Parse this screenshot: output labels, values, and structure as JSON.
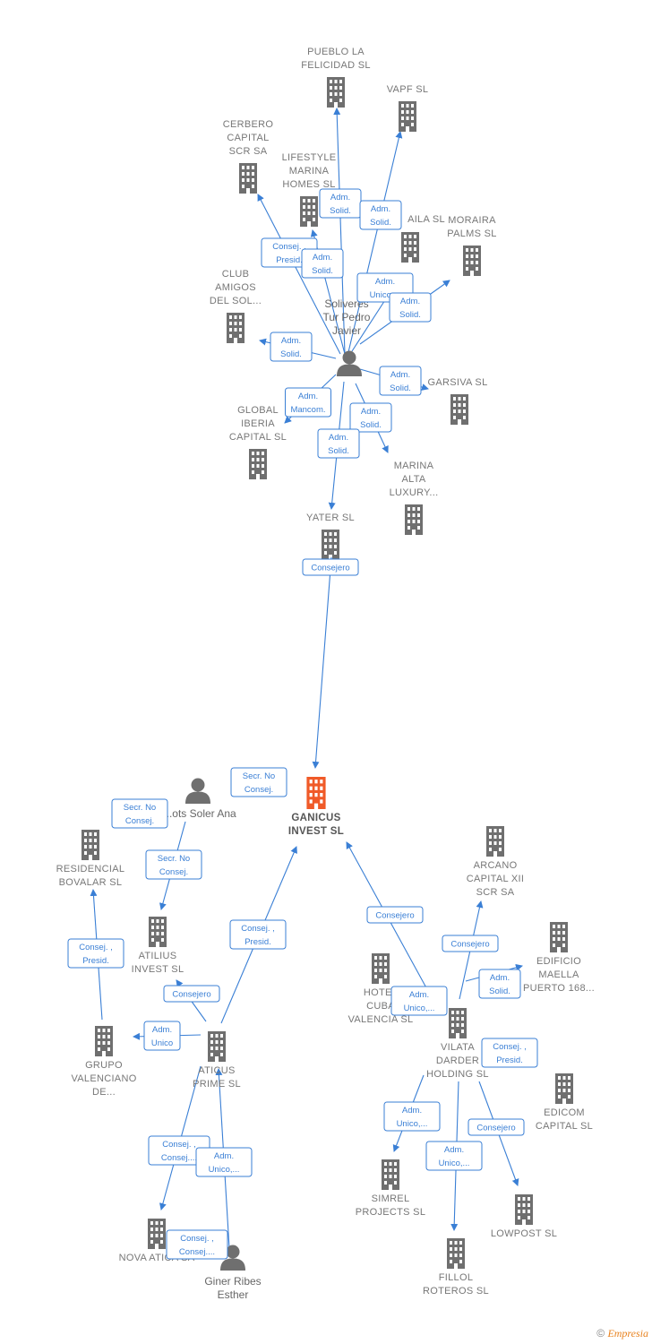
{
  "main_company": "GANICUS\nINVEST  SL",
  "companies": [
    {
      "id": "pueblo",
      "label": "PUEBLO LA\nFELICIDAD SL"
    },
    {
      "id": "vapf",
      "label": "VAPF SL"
    },
    {
      "id": "cerbero",
      "label": "CERBERO\nCAPITAL\nSCR SA"
    },
    {
      "id": "lifestyle",
      "label": "LIFESTYLE\nMARINA\nHOMES  SL"
    },
    {
      "id": "aila",
      "label": "AILA  SL"
    },
    {
      "id": "moraira",
      "label": "MORAIRA\nPALMS  SL"
    },
    {
      "id": "club",
      "label": "CLUB\nAMIGOS\nDEL SOL..."
    },
    {
      "id": "garsiva",
      "label": "GARSIVA SL"
    },
    {
      "id": "global",
      "label": "GLOBAL\nIBERIA\nCAPITAL SL"
    },
    {
      "id": "marina",
      "label": "MARINA\nALTA\nLUXURY..."
    },
    {
      "id": "yater",
      "label": "YATER SL"
    },
    {
      "id": "residencial",
      "label": "RESIDENCIAL\nBOVALAR  SL"
    },
    {
      "id": "atilius",
      "label": "ATILIUS\nINVEST  SL"
    },
    {
      "id": "grupo",
      "label": "GRUPO\nVALENCIANO\nDE..."
    },
    {
      "id": "aticus",
      "label": "ATICUS\nPRIME  SL"
    },
    {
      "id": "nova",
      "label": "NOVA ATICA SA"
    },
    {
      "id": "arcano",
      "label": "ARCANO\nCAPITAL XII\nSCR SA"
    },
    {
      "id": "edificio",
      "label": "EDIFICIO\nMAELLA\nPUERTO 168..."
    },
    {
      "id": "hotel",
      "label": "HOTEL\nCUBA\nVALENCIA  SL"
    },
    {
      "id": "vilata",
      "label": "VILATA\nDARDER\nHOLDING SL"
    },
    {
      "id": "edicom",
      "label": "EDICOM\nCAPITAL  SL"
    },
    {
      "id": "simrel",
      "label": "SIMREL\nPROJECTS  SL"
    },
    {
      "id": "lowpost",
      "label": "LOWPOST  SL"
    },
    {
      "id": "fillol",
      "label": "FILLOL\nROTEROS  SL"
    }
  ],
  "persons": [
    {
      "id": "soliveres",
      "label": "Soliveres\nTur Pedro\nJavier"
    },
    {
      "id": "soler",
      "label": "...ots Soler Ana"
    },
    {
      "id": "giner",
      "label": "Giner Ribes\nEsther"
    }
  ],
  "relations": [
    {
      "id": "r1",
      "label": "Adm.\nSolid."
    },
    {
      "id": "r2",
      "label": "Adm.\nSolid."
    },
    {
      "id": "r3",
      "label": "Consej. ,\nPresid."
    },
    {
      "id": "r4",
      "label": "Adm.\nSolid."
    },
    {
      "id": "r5",
      "label": "Adm.\nUnico,..."
    },
    {
      "id": "r6",
      "label": "Adm.\nSolid."
    },
    {
      "id": "r7",
      "label": "Adm.\nSolid."
    },
    {
      "id": "r8",
      "label": "Adm.\nSolid."
    },
    {
      "id": "r9",
      "label": "Adm.\nMancom."
    },
    {
      "id": "r10",
      "label": "Adm.\nSolid."
    },
    {
      "id": "r11",
      "label": "Adm.\nSolid."
    },
    {
      "id": "r12",
      "label": "Consejero"
    },
    {
      "id": "r13",
      "label": "Secr.  No\nConsej."
    },
    {
      "id": "r14",
      "label": "Secr.  No\nConsej."
    },
    {
      "id": "r15",
      "label": "Secr.  No\nConsej."
    },
    {
      "id": "r16",
      "label": "Consej. ,\nPresid."
    },
    {
      "id": "r17",
      "label": "Consej. ,\nPresid."
    },
    {
      "id": "r18",
      "label": "Consejero"
    },
    {
      "id": "r19",
      "label": "Adm.\nUnico"
    },
    {
      "id": "r20",
      "label": "Consej. ,\nConsej...."
    },
    {
      "id": "r21",
      "label": "Adm.\nUnico,..."
    },
    {
      "id": "r22",
      "label": "Consej. ,\nConsej...."
    },
    {
      "id": "r23",
      "label": "Consejero"
    },
    {
      "id": "r24",
      "label": "Consejero"
    },
    {
      "id": "r25",
      "label": "Adm.\nUnico,..."
    },
    {
      "id": "r26",
      "label": "Adm.\nSolid."
    },
    {
      "id": "r27",
      "label": "Consej. ,\nPresid."
    },
    {
      "id": "r28",
      "label": "Adm.\nUnico,..."
    },
    {
      "id": "r29",
      "label": "Adm.\nUnico,..."
    },
    {
      "id": "r30",
      "label": "Consejero"
    }
  ],
  "footer": {
    "copyright": "©",
    "brand": "Empresia"
  },
  "colors": {
    "edge": "#3a7fd5",
    "building": "#6f6f6f",
    "main_building": "#f05a28",
    "person": "#6f6f6f"
  }
}
